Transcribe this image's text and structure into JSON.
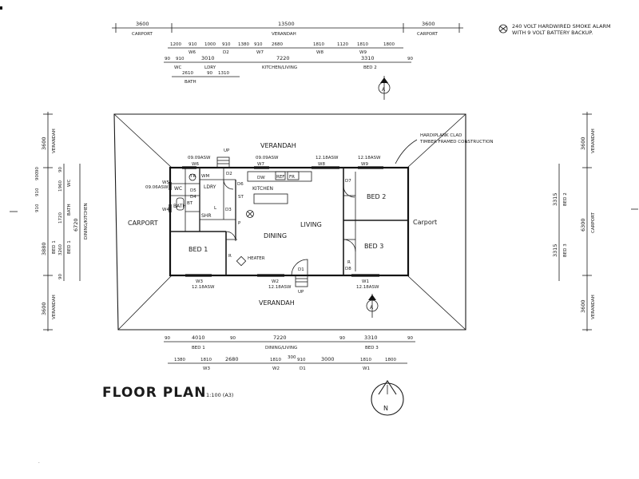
{
  "legend": {
    "text_line1": "240 VOLT HARDWIRED SMOKE ALARM",
    "text_line2": "WITH 9 VOLT BATTERY BACKUP."
  },
  "annotations": {
    "cladding_line1": "HARDIPLANK CLAD",
    "cladding_line2": "TIMBER FRAMED CONSTRUCTION"
  },
  "title": {
    "main": "FLOOR PLAN",
    "scale": "1:100 (A3)"
  },
  "section_marker": "A",
  "north_label": "N",
  "top_dims": {
    "row1": [
      "3600",
      "13500",
      "3600"
    ],
    "row1_labels": [
      "CARPORT",
      "VERANDAH",
      "CARPORT"
    ],
    "row2": [
      "1200",
      "910",
      "1000",
      "910",
      "1380",
      "910",
      "2680",
      "1810",
      "1120",
      "1810",
      "1800"
    ],
    "row2_labels": [
      "W6",
      "D2",
      "W7",
      "W8",
      "W9"
    ],
    "row3": [
      "90",
      "910",
      "3010",
      "7220",
      "3310",
      "90"
    ],
    "row3_labels": [
      "WC",
      "LDRY",
      "KITCHEN/LIVING",
      "BED 2"
    ],
    "row4": [
      "2610",
      "90",
      "1310"
    ],
    "row4_labels": [
      "BATH"
    ]
  },
  "bottom_dims": {
    "row1": [
      "90",
      "4010",
      "90",
      "7220",
      "90",
      "3310",
      "90"
    ],
    "row1_labels": [
      "BED 1",
      "DINING/LIVING",
      "BED 3"
    ],
    "row2": [
      "1380",
      "1810",
      "2680",
      "1810",
      "300",
      "910",
      "3000",
      "1810",
      "1800"
    ],
    "row2_labels": [
      "W3",
      "W2",
      "D1",
      "W1"
    ]
  },
  "left_dims": {
    "outer": [
      "3600",
      "3880",
      "3600"
    ],
    "outer_labels": [
      "VERANDAH",
      "BED 1",
      "VERANDAH"
    ],
    "middle": [
      "90",
      "1960",
      "1720",
      "3260",
      "90"
    ],
    "middle_labels": [
      "WC",
      "BATH",
      "BED 1"
    ],
    "inner": [
      "6720"
    ],
    "inner_labels": [
      "DINING/KITCHEN"
    ],
    "small": [
      "900",
      "910",
      "910",
      "90"
    ]
  },
  "right_dims": {
    "outer": [
      "3600",
      "6300",
      "3600"
    ],
    "outer_labels": [
      "VERANDAH",
      "CARPORT",
      "VERANDAH"
    ],
    "inner": [
      "3315",
      "3315"
    ],
    "inner_labels": [
      "BED 2",
      "BED 3"
    ]
  },
  "rooms": {
    "verandah_top": "VERANDAH",
    "verandah_bottom": "VERANDAH",
    "carport_left": "CARPORT",
    "carport_right": "Carport",
    "bed1": "BED 1",
    "bed2": "BED 2",
    "bed3": "BED 3",
    "kitchen": "KITCHEN",
    "dining": "DINING",
    "living": "LIVING",
    "ldry": "LDRY",
    "wc": "WC",
    "bath": "BATH",
    "shr": "SHR",
    "heater": "HEATER"
  },
  "window_tags": {
    "w6": "W6",
    "w7": "W7",
    "w8": "W8",
    "w9": "W9",
    "w5": "W5",
    "w4": "W4",
    "w3": "W3",
    "w2": "W2",
    "w1": "W1",
    "d7": "D7",
    "d8": "D8",
    "d4": "D4",
    "d5": "D5",
    "d6": "D6",
    "d2": "D2",
    "d3": "D3",
    "d1": "D1",
    "sizes": [
      "09.09ASW",
      "09.09ASW",
      "12.18ASW",
      "12.18ASW",
      "09.06ASW",
      "12.18ASW",
      "12.18ASW",
      "12.18ASW"
    ]
  },
  "fixtures": [
    "TR",
    "WM",
    "BT",
    "ST",
    "DW",
    "REF",
    "FR",
    "P",
    "R",
    "R",
    "L",
    "UP",
    "UP"
  ]
}
